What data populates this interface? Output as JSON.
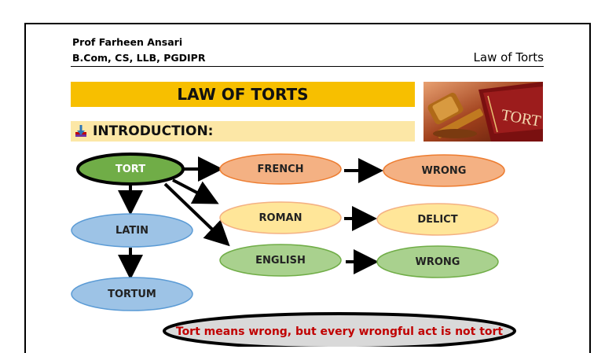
{
  "header": {
    "author_name": "Prof Farheen Ansari",
    "author_credentials": "B.Com, CS, LLB, PGDIPR",
    "doc_title": "Law of Torts"
  },
  "title": "LAW OF TORTS",
  "section": {
    "heading": "INTRODUCTION:",
    "bullet_icon": "down-arrow-bullet-icon"
  },
  "image": {
    "label": "TORT",
    "description_icon": "gavel-book-icon"
  },
  "diagram": {
    "tort": "TORT",
    "latin": "LATIN",
    "tortum": "TORTUM",
    "french": "FRENCH",
    "roman": "ROMAN",
    "english": "ENGLISH",
    "wrong_french": "WRONG",
    "delict": "DELICT",
    "wrong_english": "WRONG"
  },
  "quote": "Tort means wrong, but every wrongful act is not tort",
  "colors": {
    "title_bar": "#f7bf00",
    "intro_bar": "#fce7a6",
    "green": "#70ad47",
    "blue": "#9dc3e6",
    "orange": "#f4b183",
    "yellow": "#ffe699",
    "light_green": "#a9d18e",
    "quote_text": "#c00000"
  }
}
